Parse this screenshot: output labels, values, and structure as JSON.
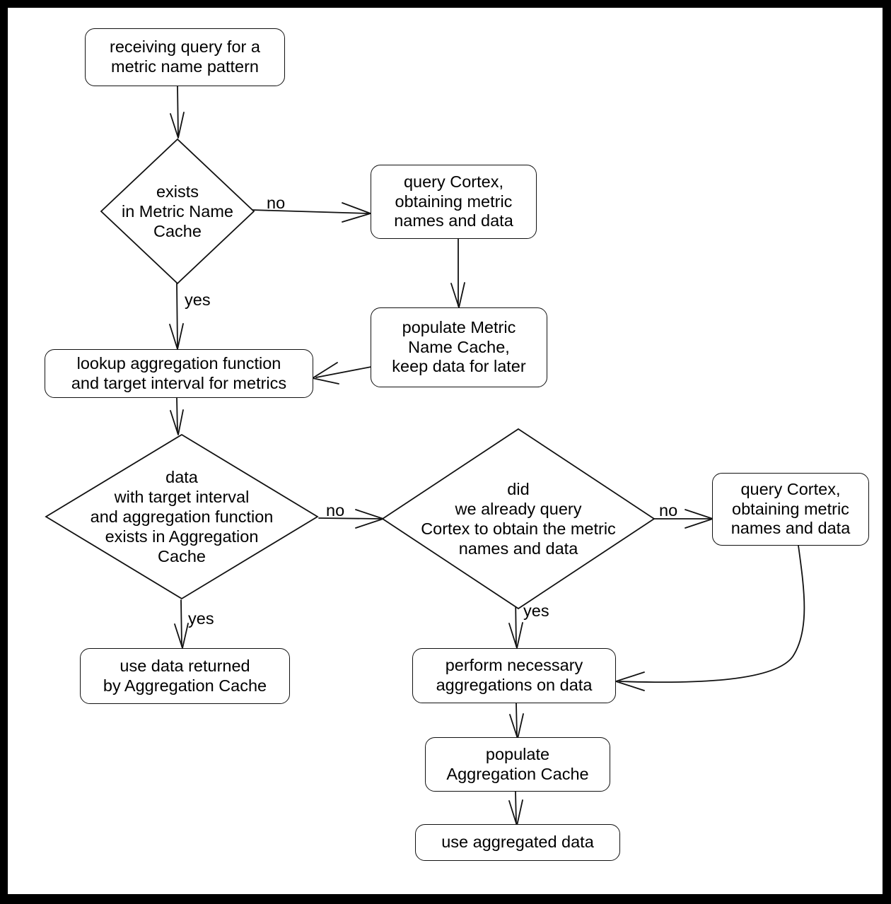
{
  "diagram": {
    "title": "metric name query caching flowchart",
    "background_color": "#ffffff",
    "frame_color": "#000000",
    "stroke_color": "#111111",
    "nodes": {
      "start": {
        "label": "receiving query for a\nmetric name pattern",
        "shape": "rounded-box"
      },
      "exists_metric_name_cache": {
        "label": "exists\nin Metric Name\nCache",
        "shape": "diamond"
      },
      "query_cortex_top": {
        "label": "query Cortex,\nobtaining metric\nnames and data",
        "shape": "rounded-box"
      },
      "populate_metric_name_cache": {
        "label": "populate Metric\nName Cache,\nkeep data for later",
        "shape": "rounded-box"
      },
      "lookup_aggregation": {
        "label": "lookup aggregation function\nand target interval for metrics",
        "shape": "rounded-box"
      },
      "data_exists_agg_cache": {
        "label": "data\nwith target interval\nand aggregation function\nexists in Aggregation\nCache",
        "shape": "diamond"
      },
      "did_already_query": {
        "label": "did\nwe already query\nCortex to obtain the metric\nnames and data",
        "shape": "diamond"
      },
      "query_cortex_right": {
        "label": "query Cortex,\nobtaining metric\nnames and data",
        "shape": "rounded-box"
      },
      "use_cached_data": {
        "label": "use data returned\nby Aggregation Cache",
        "shape": "rounded-box"
      },
      "perform_aggregations": {
        "label": "perform necessary\naggregations on data",
        "shape": "rounded-box"
      },
      "populate_aggregation_cache": {
        "label": "populate\nAggregation Cache",
        "shape": "rounded-box"
      },
      "use_aggregated_data": {
        "label": "use aggregated data",
        "shape": "rounded-box"
      }
    },
    "edge_labels": {
      "exists_no": "no",
      "exists_yes": "yes",
      "agg_cache_no": "no",
      "agg_cache_yes": "yes",
      "already_query_no": "no",
      "already_query_yes": "yes"
    }
  }
}
